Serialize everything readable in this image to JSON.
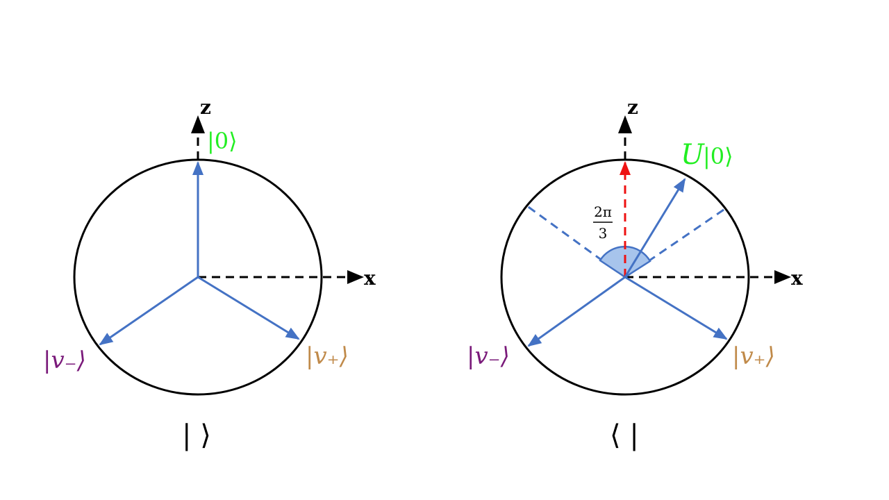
{
  "colors": {
    "axis": "#000000",
    "vector": "#4472c4",
    "ket_zero": "#22ee22",
    "v_minus": "#7a1a7a",
    "v_plus": "#c08a4a",
    "rotated_dashed": "#ee1111",
    "angle_fill": "#a7c4ec"
  },
  "left_panel": {
    "z_axis_label": "z",
    "x_axis_label": "x",
    "ket_zero": "|0⟩",
    "v_minus": "|v₋⟩",
    "v_plus": "|v₊⟩",
    "caption": "| ⟩"
  },
  "right_panel": {
    "z_axis_label": "z",
    "x_axis_label": "x",
    "u_prefix": "U",
    "u_ket": "|0⟩",
    "angle_numerator": "2π",
    "angle_denominator": "3",
    "v_minus": "|v₋⟩",
    "v_plus": "|v₊⟩",
    "caption": "⟨ |"
  }
}
